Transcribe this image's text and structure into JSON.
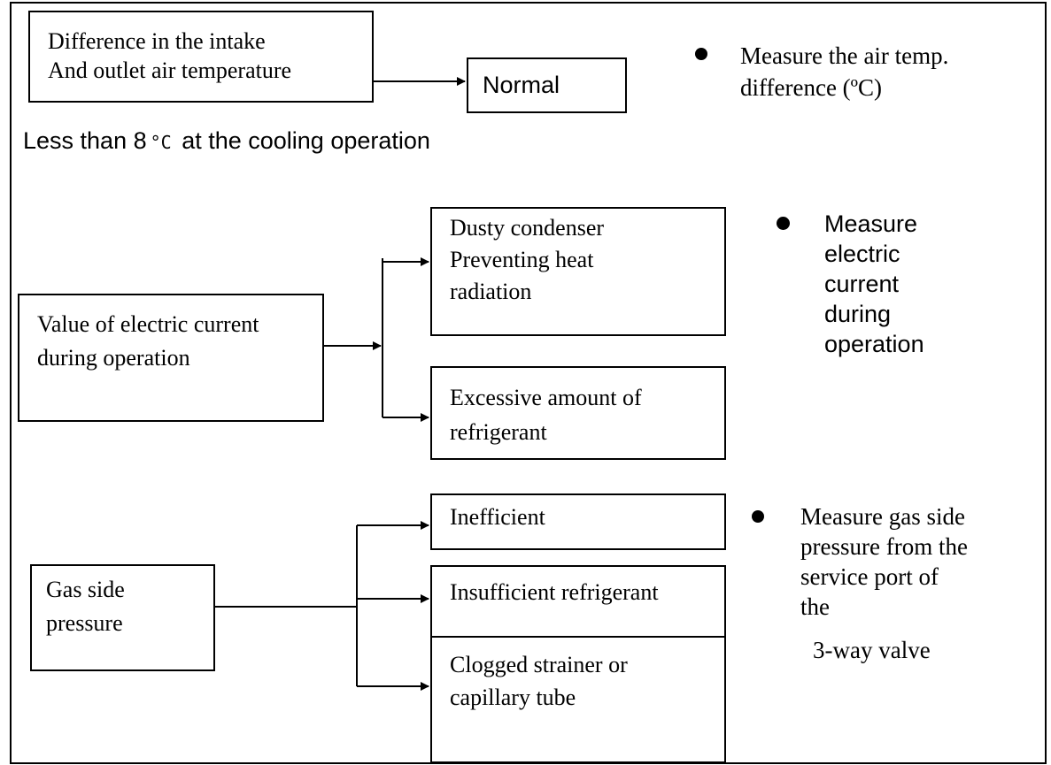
{
  "section1": {
    "intake_box": "Difference in the intake\nAnd outlet air temperature",
    "normal_box": "Normal",
    "condition": "Less than 8",
    "condition_unit": "°C",
    "condition_tail": " at the cooling operation",
    "note": "Measure the air temp.\ndifference (ºC)"
  },
  "section2": {
    "source_box": "Value of electric current\nduring operation",
    "outcomes": [
      "Dusty condenser\nPreventing heat\nradiation",
      "Excessive amount of\nrefrigerant"
    ],
    "note": "Measure\nelectric\ncurrent\nduring\noperation"
  },
  "section3": {
    "source_box": "Gas side\npressure",
    "outcomes": [
      "Inefficient",
      "Insufficient refrigerant",
      "Clogged strainer or\ncapillary tube"
    ],
    "note": "Measure gas side\npressure from the\nservice port  of\nthe",
    "note_tail": "3-way valve"
  }
}
